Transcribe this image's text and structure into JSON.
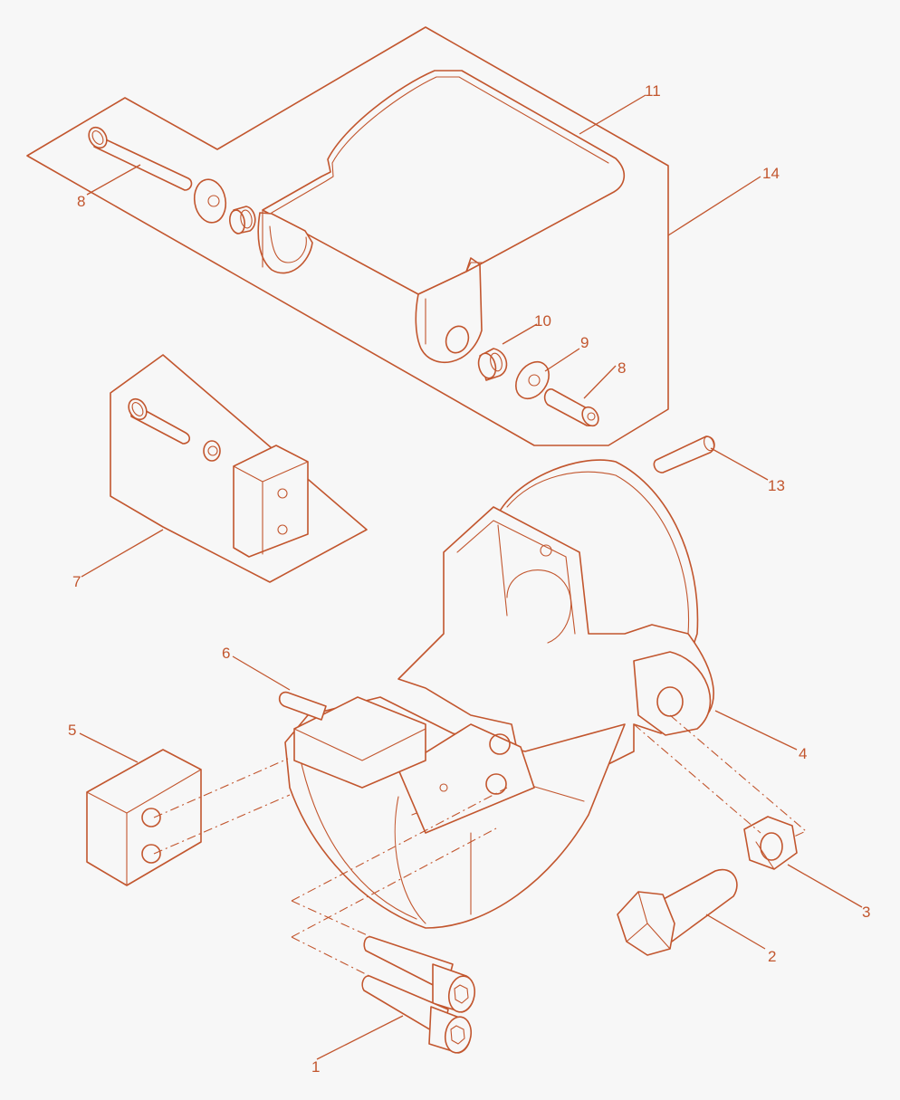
{
  "callouts": {
    "c1": "1",
    "c2": "2",
    "c3": "3",
    "c4": "4",
    "c5": "5",
    "c6": "6",
    "c7": "7",
    "c8a": "8",
    "c8b": "8",
    "c9": "9",
    "c10": "10",
    "c11": "11",
    "c13": "13",
    "c14": "14"
  },
  "colors": {
    "line": "#c2562e",
    "background": "#f7f7f7"
  }
}
